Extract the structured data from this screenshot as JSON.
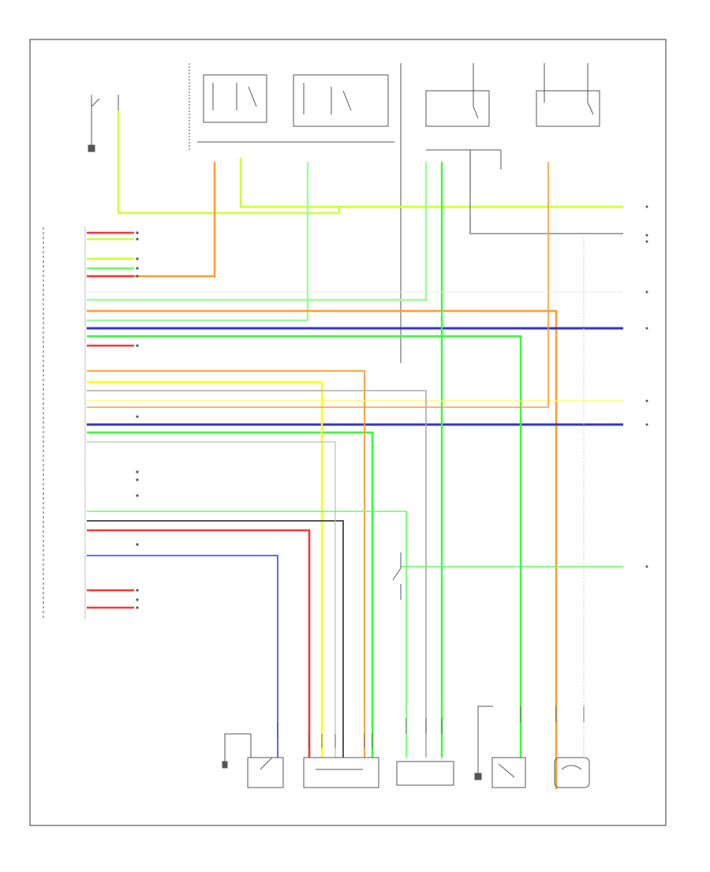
{
  "colors": {
    "green": "#00cc00",
    "light_green": "#66ff66",
    "yellow_green": "#ccff33",
    "orange": "#ff9933",
    "red": "#ff3333",
    "pink": "#ff9999",
    "blue": "#3333cc",
    "violet": "#6666ff",
    "yellow": "#ffff00",
    "gray": "#999999",
    "dark_gray": "#555555",
    "black": "#222222",
    "tan": "#cc9966",
    "light_blue": "#66ccff"
  },
  "diagram": {
    "page_code": "",
    "bottom_components": [
      {
        "id": "trans-range-switch",
        "label": ""
      },
      {
        "id": "shift-lever-position-sensor",
        "label": ""
      },
      {
        "id": "turbine-speed-sensor",
        "label": ""
      },
      {
        "id": "stop-lamp-switch",
        "label": ""
      },
      {
        "id": "output-speed-sensor",
        "label": ""
      }
    ],
    "connector_pins_left": [
      "",
      "",
      "",
      "",
      "",
      "",
      "",
      "",
      "",
      "",
      "",
      "",
      "",
      "",
      "",
      "",
      "",
      "",
      "",
      "",
      "",
      "",
      "",
      "",
      "",
      "",
      "",
      "",
      "",
      "",
      "",
      "",
      "",
      "",
      "",
      "",
      "",
      "",
      "",
      "",
      "",
      "",
      "",
      "",
      "",
      "",
      "",
      "",
      "",
      ""
    ]
  }
}
